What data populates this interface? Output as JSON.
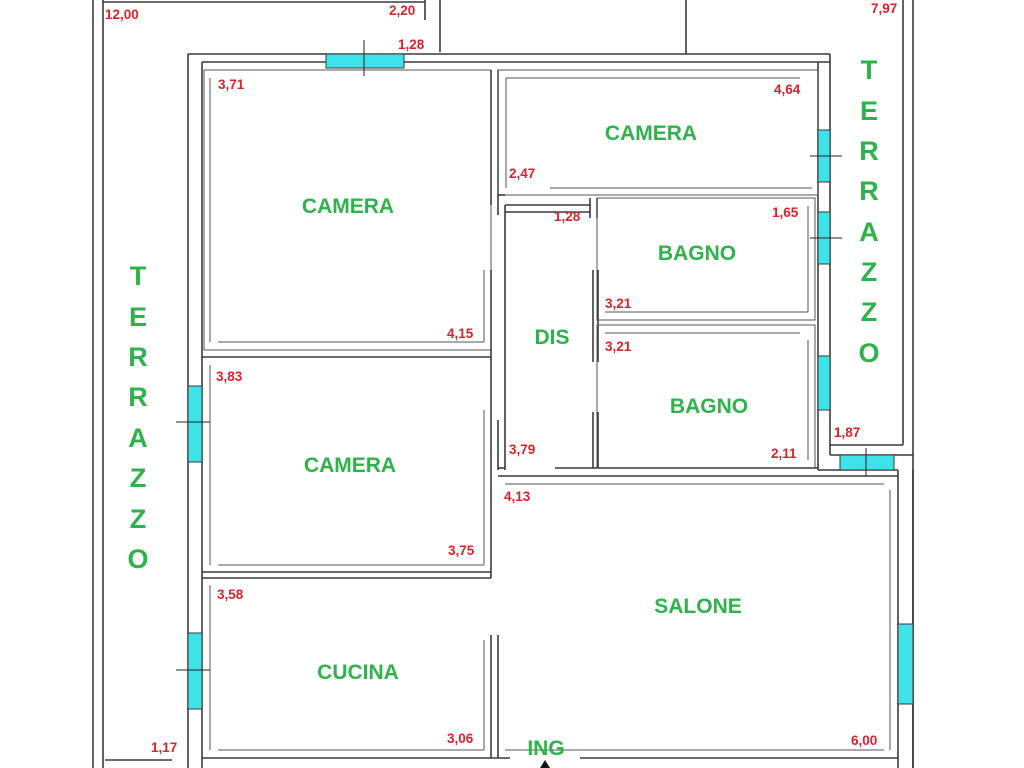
{
  "colors": {
    "room_label": "#2db34a",
    "dimension": "#d9232b",
    "window": "#3ee3ea",
    "wall": "#3a3a3a"
  },
  "rooms": {
    "camera_top_left": "CAMERA",
    "camera_top_right": "CAMERA",
    "bagno_upper": "BAGNO",
    "bagno_lower": "BAGNO",
    "dis": "DIS",
    "camera_mid_left": "CAMERA",
    "cucina": "CUCINA",
    "salone": "SALONE",
    "ing": "ING"
  },
  "terraces": {
    "left_letters": [
      "T",
      "E",
      "R",
      "R",
      "A",
      "Z",
      "Z",
      "O"
    ],
    "right_letters": [
      "T",
      "E",
      "R",
      "R",
      "A",
      "Z",
      "Z",
      "O"
    ]
  },
  "dimensions": {
    "d_12_00": "12,00",
    "d_2_20": "2,20",
    "d_7_97": "7,97",
    "d_1_28_top": "1,28",
    "d_3_71": "3,71",
    "d_4_64": "4,64",
    "d_2_47": "2,47",
    "d_1_28_mid": "1,28",
    "d_1_65": "1,65",
    "d_4_15": "4,15",
    "d_3_21_a": "3,21",
    "d_3_21_b": "3,21",
    "d_3_83": "3,83",
    "d_3_79": "3,79",
    "d_2_11": "2,11",
    "d_1_87": "1,87",
    "d_4_13": "4,13",
    "d_3_75": "3,75",
    "d_3_58": "3,58",
    "d_3_06": "3,06",
    "d_6_00": "6,00",
    "d_1_17": "1,17"
  }
}
